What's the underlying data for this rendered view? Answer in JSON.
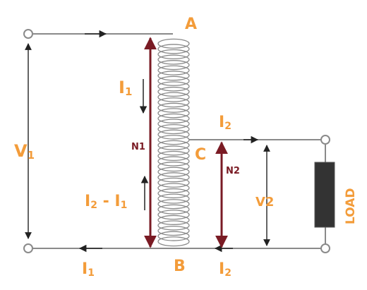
{
  "labels": {
    "terminal_a": "A",
    "terminal_b": "B",
    "terminal_c": "C",
    "v1_main": "V",
    "v1_sub": "1",
    "v2": "V2",
    "n1": "N1",
    "n2": "N2",
    "i1_coil_main": "I",
    "i1_coil_sub": "1",
    "i2_minus_i1_a": "I",
    "i2_minus_i1_a_sub": "2",
    "i2_minus_i1_mid": " - I",
    "i2_minus_i1_b_sub": "1",
    "i2_top_main": "I",
    "i2_top_sub": "2",
    "i1_bottom_main": "I",
    "i1_bottom_sub": "1",
    "i2_bottom_main": "I",
    "i2_bottom_sub": "2",
    "load": "LOAD"
  },
  "colors": {
    "label_orange": "#f39c3a",
    "arrow_maroon": "#7a1b24",
    "wire": "#8a8a8a",
    "load_block": "#333333"
  }
}
